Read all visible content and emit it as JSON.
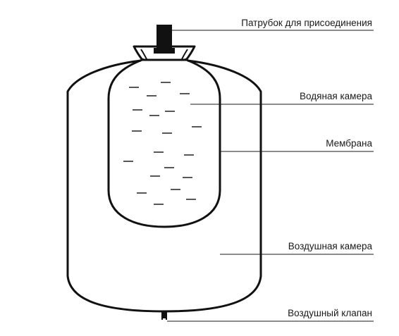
{
  "labels": {
    "fitting": "Патрубок для присоединения",
    "water_chamber": "Водяная камера",
    "membrane": "Мембрана",
    "air_chamber": "Воздушная камера",
    "air_valve": "Воздушный клапан"
  },
  "colors": {
    "line": "#111111",
    "text": "#1a1a1a",
    "background": "#ffffff"
  }
}
